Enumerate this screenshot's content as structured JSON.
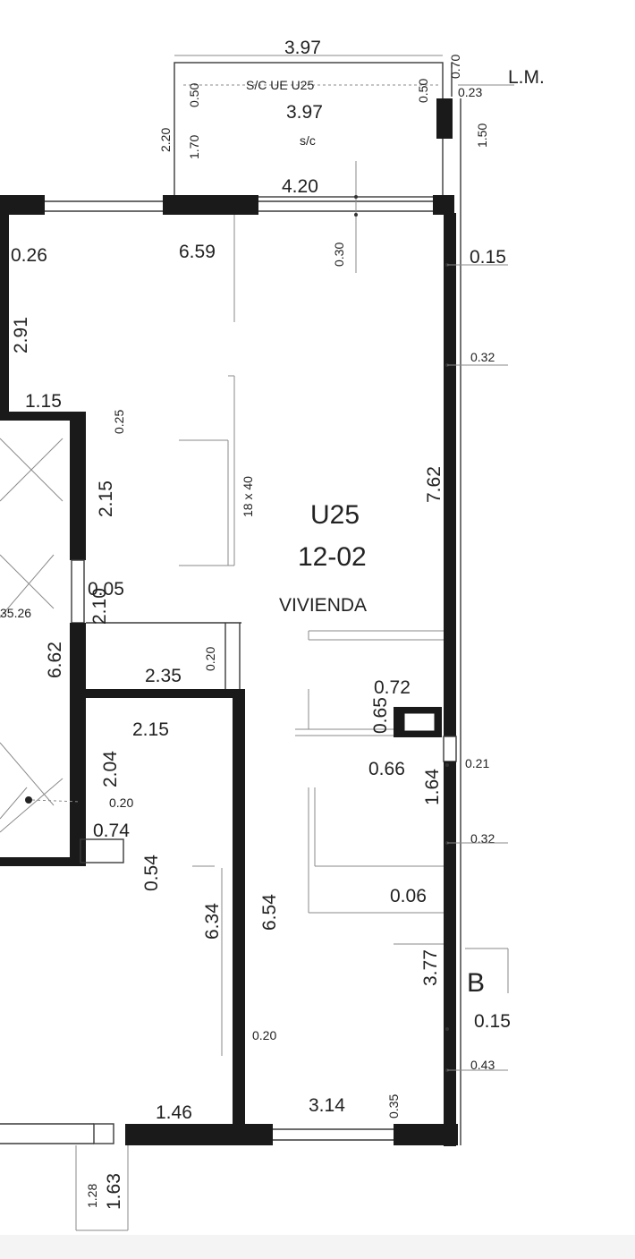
{
  "plan": {
    "unit_code": "U25",
    "unit_number": "12-02",
    "use_label": "VIVIENDA",
    "section_marker": "B",
    "line_label": "L.M.",
    "balcony": {
      "width_top": "3.97",
      "label": "S/C UE U25",
      "width_inner": "3.97",
      "sc": "s/c",
      "d_050_left": "0.50",
      "d_170": "1.70",
      "d_220": "2.20",
      "d_050_right": "0.50",
      "d_070": "0.70",
      "d_023": "0.23",
      "d_150": "1.50"
    },
    "dims": {
      "d420": "4.20",
      "d030": "0.30",
      "d659": "6.59",
      "d026": "0.26",
      "d291": "2.91",
      "d115": "1.15",
      "d025": "0.25",
      "d215_a": "2.15",
      "d005": "0.05",
      "d3526": "35.26",
      "d210": "2.10",
      "d662": "6.62",
      "d235": "2.35",
      "d020_a": "0.20",
      "d215_b": "2.15",
      "d204": "2.04",
      "d020_b": "0.20",
      "d074": "0.74",
      "d054": "0.54",
      "d634": "6.34",
      "d654": "6.54",
      "d020_c": "0.20",
      "d146": "1.46",
      "d314": "3.14",
      "d035": "0.35",
      "d128": "1.28",
      "d163": "1.63",
      "d015_a": "0.15",
      "d032_a": "0.32",
      "d762": "7.62",
      "d1840": "18 x 40",
      "d072": "0.72",
      "d065": "0.65",
      "d066": "0.66",
      "d021": "0.21",
      "d164": "1.64",
      "d032_b": "0.32",
      "d006": "0.06",
      "d377": "3.77",
      "d015_b": "0.15",
      "d043": "0.43"
    }
  }
}
